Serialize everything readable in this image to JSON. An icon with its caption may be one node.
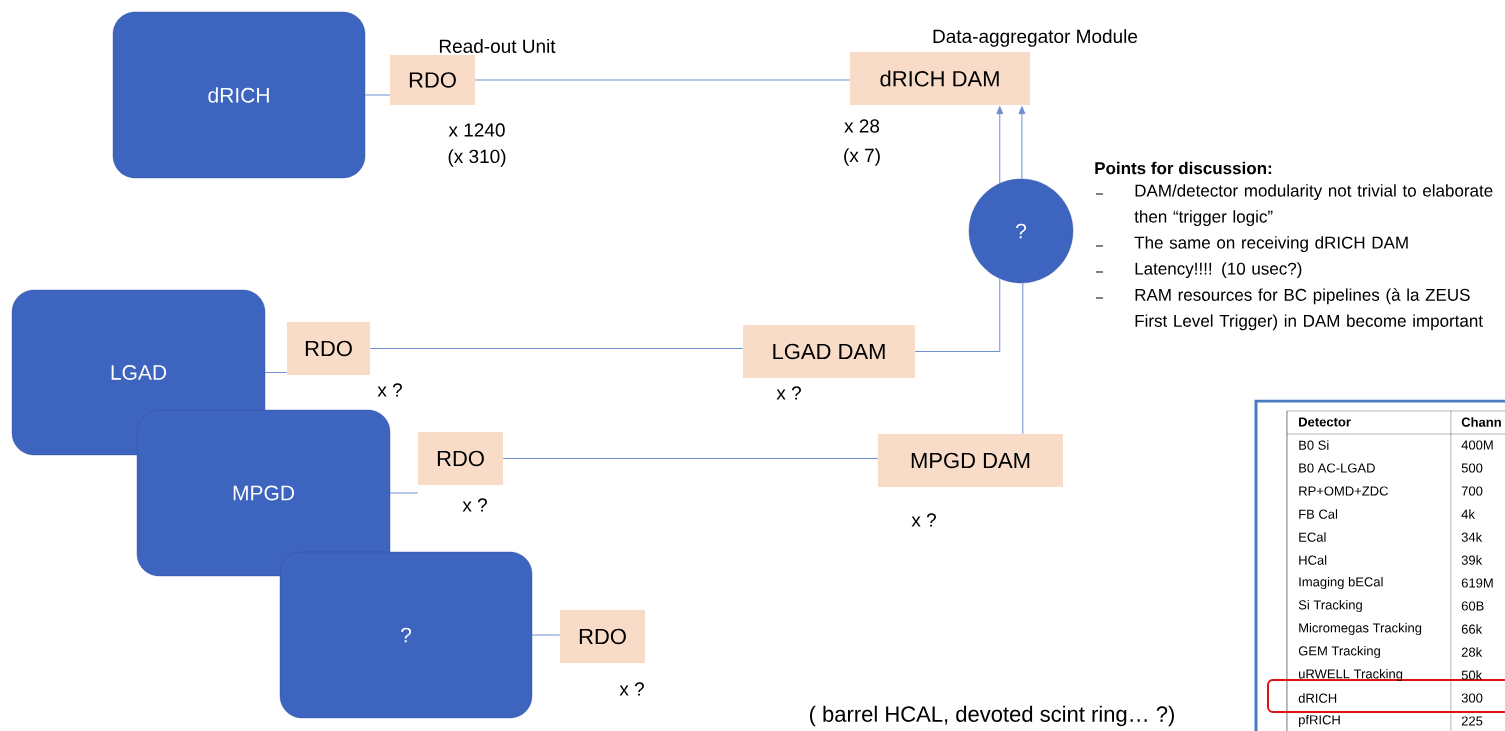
{
  "diagram": {
    "nodes": [
      {
        "text": [
          "dRICH"
        ]
      },
      {
        "text": [
          "RDO"
        ],
        "beside": [
          "Read-out Unit",
          "x 1240",
          "(x 310)"
        ]
      },
      {
        "text": [
          "dRICH DAM"
        ],
        "beside": [
          "Data-aggregator Module",
          "x 28",
          "(x 7)"
        ]
      },
      {
        "text": [
          "?"
        ]
      },
      {
        "text": [
          "LGAD"
        ]
      },
      {
        "text": [
          "RDO"
        ],
        "beside": [
          "x ?"
        ]
      },
      {
        "text": [
          "LGAD DAM"
        ],
        "beside": [
          "x ?"
        ]
      },
      {
        "text": [
          "MPGD"
        ]
      },
      {
        "text": [
          "RDO"
        ],
        "beside": [
          "x ?"
        ]
      },
      {
        "text": [
          "MPGD DAM"
        ],
        "beside": [
          "x ?"
        ]
      },
      {
        "text": [
          "?"
        ]
      },
      {
        "text": [
          "RDO"
        ],
        "beside": [
          "x ?"
        ]
      }
    ],
    "edges": [
      {
        "from": 0,
        "to": 1,
        "arrow": "none"
      },
      {
        "from": 1,
        "to": 2,
        "arrow": "none"
      },
      {
        "from": 6,
        "to": 3,
        "arrow": "none"
      },
      {
        "from": 3,
        "to": 2,
        "arrow": "to"
      },
      {
        "from": 9,
        "to": 3,
        "arrow": "none"
      },
      {
        "from": 3,
        "to": 2,
        "arrow": "to"
      },
      {
        "from": 4,
        "to": 5,
        "arrow": "none"
      },
      {
        "from": 5,
        "to": 6,
        "arrow": "none"
      },
      {
        "from": 7,
        "to": 8,
        "arrow": "none"
      },
      {
        "from": 8,
        "to": 9,
        "arrow": "none"
      },
      {
        "from": 10,
        "to": 11,
        "arrow": "none"
      }
    ],
    "labels": [
      "Points for discussion:",
      "DAM/detector modularity not trivial to elaborate then “trigger logic”",
      "The same on receiving dRICH DAM",
      "Latency!!!! (10 usec?)",
      "RAM resources for BC pipelines (à la ZEUS First Level Trigger) in DAM become important",
      "( barrel HCAL, devoted scint ring… ?)",
      "Detector",
      "Chann",
      "B0 Si",
      "400M",
      "B0 AC-LGAD",
      "500",
      "RP+OMD+ZDC",
      "700",
      "FB Cal",
      "4k",
      "ECal",
      "34k",
      "HCal",
      "39k",
      "Imaging bECal",
      "619M",
      "Si Tracking",
      "60B",
      "Micromegas Tracking",
      "66k",
      "GEM Tracking",
      "28k",
      "uRWELL Tracking",
      "50k",
      "dRICH",
      "300",
      "pfRICH",
      "225"
    ]
  }
}
